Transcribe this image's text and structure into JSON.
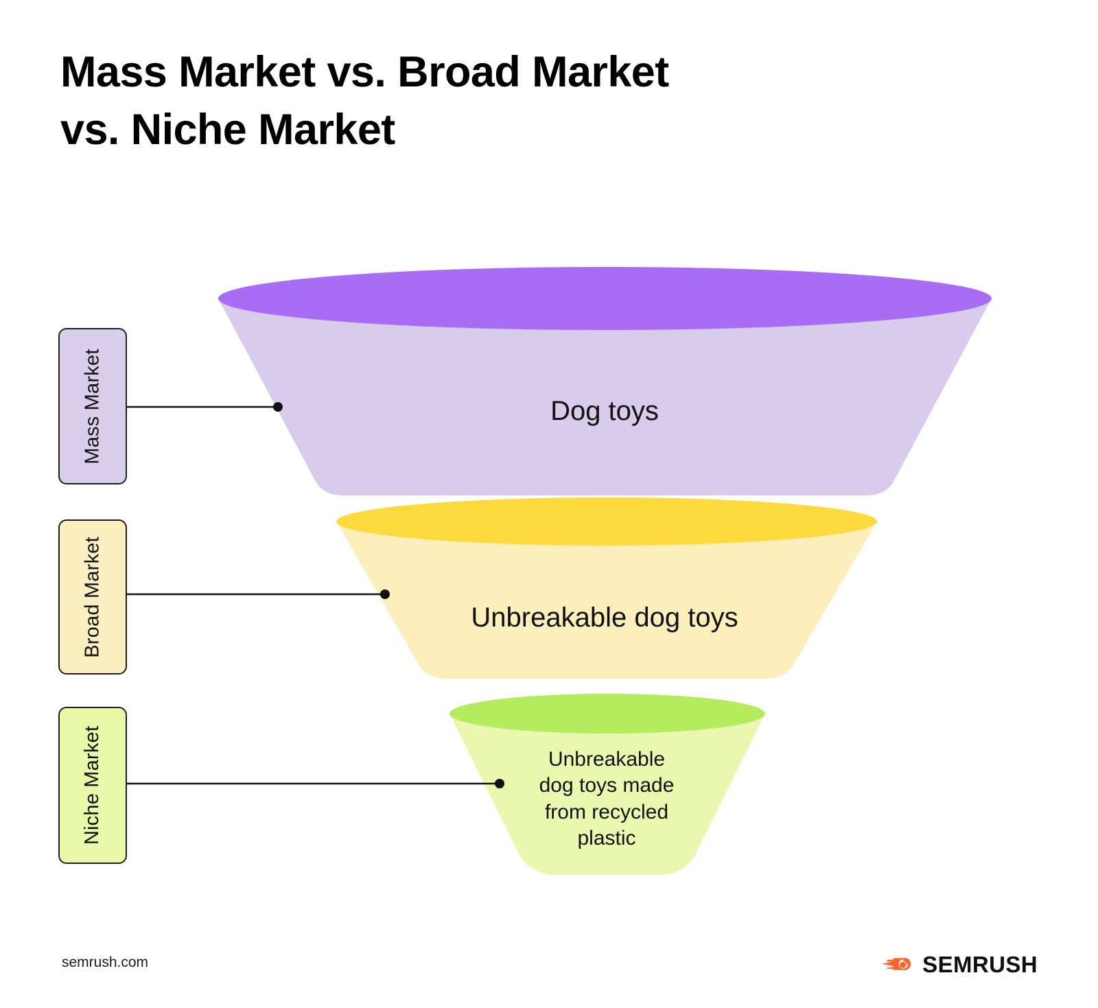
{
  "page": {
    "title_line1": "Mass Market vs. Broad Market",
    "title_line2": "vs. Niche Market",
    "title": "Mass Market vs. Broad Market\nvs. Niche Market",
    "background_color": "#FFFFFF"
  },
  "categories": [
    {
      "label": "Mass Market",
      "fill": "#D9CEEC",
      "border": "#1D1D1D"
    },
    {
      "label": "Broad Market",
      "fill": "#FAEFC0",
      "border": "#1D1D1D"
    },
    {
      "label": "Niche Market",
      "fill": "#E8F7A8",
      "border": "#1D1D1D"
    }
  ],
  "funnel": {
    "stages": [
      {
        "name": "mass-market",
        "label": "Dog toys",
        "rim_color": "#A96DF5",
        "body_color": "#D9CBEC"
      },
      {
        "name": "broad-market",
        "label": "Unbreakable dog toys",
        "rim_color": "#FCD93D",
        "body_color": "#FCEFBB"
      },
      {
        "name": "niche-market",
        "label": "Unbreakable\ndog toys made\nfrom recycled\nplastic",
        "rim_color": "#B5EC5E",
        "body_color": "#E9F8AE"
      }
    ],
    "connector_color": "#111111"
  },
  "footer": {
    "url": "semrush.com",
    "brand": "SEMRUSH",
    "brand_mark_color": "#FF642D",
    "brand_word_color": "#0F0F0F"
  }
}
